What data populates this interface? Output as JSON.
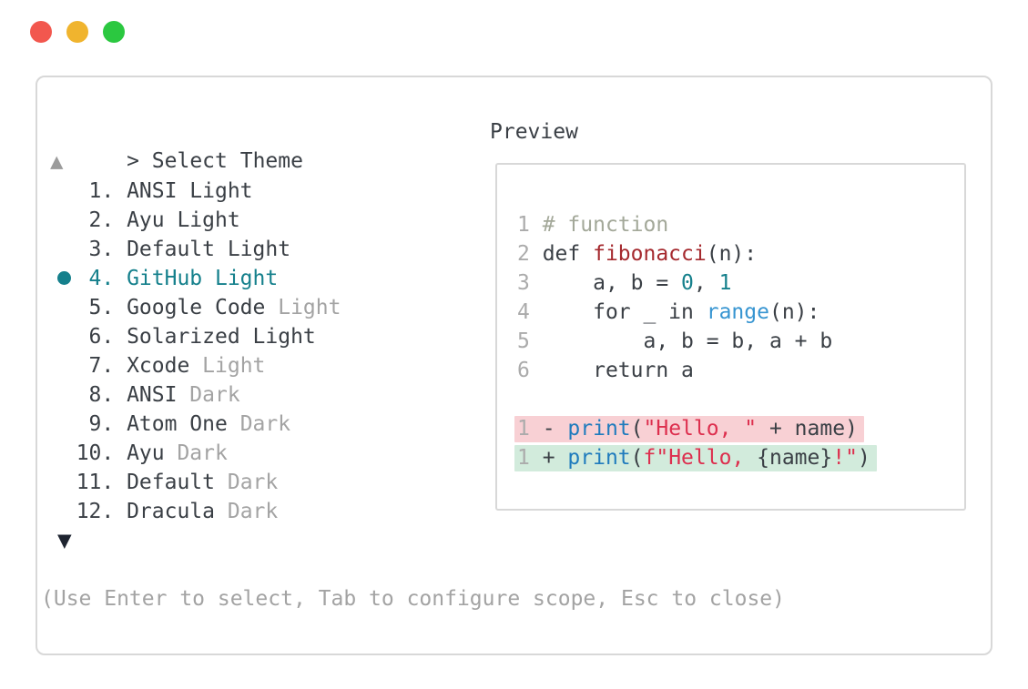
{
  "colors": {
    "accent": "#15808c",
    "fg": "#3a3f45",
    "muted": "#a3a3a3",
    "line_number": "#ababab",
    "comment": "#a3a899",
    "func": "#a5292e",
    "num_literal": "#15808c",
    "builtin": "#3795d1",
    "call": "#1f7bbd",
    "string": "#dd2f4e",
    "removed_bg": "#f8d0d4",
    "added_bg": "#d2ebdc",
    "border": "#d8d8d8",
    "dot_red": "#f2574e",
    "dot_yellow": "#f0b42e",
    "dot_green": "#2bc840",
    "scroll_up": "#9b9b9b",
    "scroll_down": "#1e2430"
  },
  "prompt": {
    "caret": ">",
    "title": "Select Theme"
  },
  "list": {
    "scroll_up_icon": "▲",
    "scroll_down_icon": "▼",
    "items": [
      {
        "num": "1.",
        "name": "ANSI Light",
        "suffix": "",
        "selected": false
      },
      {
        "num": "2.",
        "name": "Ayu Light",
        "suffix": "",
        "selected": false
      },
      {
        "num": "3.",
        "name": "Default Light",
        "suffix": "",
        "selected": false
      },
      {
        "num": "4.",
        "name": "GitHub Light",
        "suffix": "",
        "selected": true
      },
      {
        "num": "5.",
        "name": "Google Code",
        "suffix": "Light",
        "selected": false
      },
      {
        "num": "6.",
        "name": "Solarized Light",
        "suffix": "",
        "selected": false
      },
      {
        "num": "7.",
        "name": "Xcode",
        "suffix": "Light",
        "selected": false
      },
      {
        "num": "8.",
        "name": "ANSI",
        "suffix": "Dark",
        "selected": false
      },
      {
        "num": "9.",
        "name": "Atom One",
        "suffix": "Dark",
        "selected": false
      },
      {
        "num": "10.",
        "name": "Ayu",
        "suffix": "Dark",
        "selected": false
      },
      {
        "num": "11.",
        "name": "Default",
        "suffix": "Dark",
        "selected": false
      },
      {
        "num": "12.",
        "name": "Dracula",
        "suffix": "Dark",
        "selected": false
      }
    ]
  },
  "preview": {
    "label": "Preview",
    "code_lines": [
      {
        "n": "1",
        "bg": "",
        "segments": [
          {
            "t": "# function",
            "c": "comment"
          }
        ]
      },
      {
        "n": "2",
        "bg": "",
        "segments": [
          {
            "t": "def ",
            "c": "fg"
          },
          {
            "t": "fibonacci",
            "c": "func"
          },
          {
            "t": "(n):",
            "c": "fg"
          }
        ]
      },
      {
        "n": "3",
        "bg": "",
        "segments": [
          {
            "t": "    a, b = ",
            "c": "fg"
          },
          {
            "t": "0",
            "c": "num"
          },
          {
            "t": ", ",
            "c": "fg"
          },
          {
            "t": "1",
            "c": "num"
          }
        ]
      },
      {
        "n": "4",
        "bg": "",
        "segments": [
          {
            "t": "    for _ in ",
            "c": "fg"
          },
          {
            "t": "range",
            "c": "builtin"
          },
          {
            "t": "(n):",
            "c": "fg"
          }
        ]
      },
      {
        "n": "5",
        "bg": "",
        "segments": [
          {
            "t": "        a, b = b, a + b",
            "c": "fg"
          }
        ]
      },
      {
        "n": "6",
        "bg": "",
        "segments": [
          {
            "t": "    return a",
            "c": "fg"
          }
        ]
      },
      {
        "n": "",
        "bg": "",
        "segments": []
      },
      {
        "n": "1",
        "bg": "removed",
        "segments": [
          {
            "t": "- ",
            "c": "fg"
          },
          {
            "t": "print",
            "c": "call"
          },
          {
            "t": "(",
            "c": "fg"
          },
          {
            "t": "\"Hello, \"",
            "c": "string"
          },
          {
            "t": " + name)",
            "c": "fg"
          }
        ]
      },
      {
        "n": "1",
        "bg": "added",
        "segments": [
          {
            "t": "+ ",
            "c": "fg"
          },
          {
            "t": "print",
            "c": "call"
          },
          {
            "t": "(",
            "c": "fg"
          },
          {
            "t": "f\"Hello, ",
            "c": "string"
          },
          {
            "t": "{name}",
            "c": "fg"
          },
          {
            "t": "!\"",
            "c": "string"
          },
          {
            "t": ")",
            "c": "fg"
          }
        ]
      }
    ]
  },
  "help": "(Use Enter to select, Tab to configure scope, Esc to close)"
}
